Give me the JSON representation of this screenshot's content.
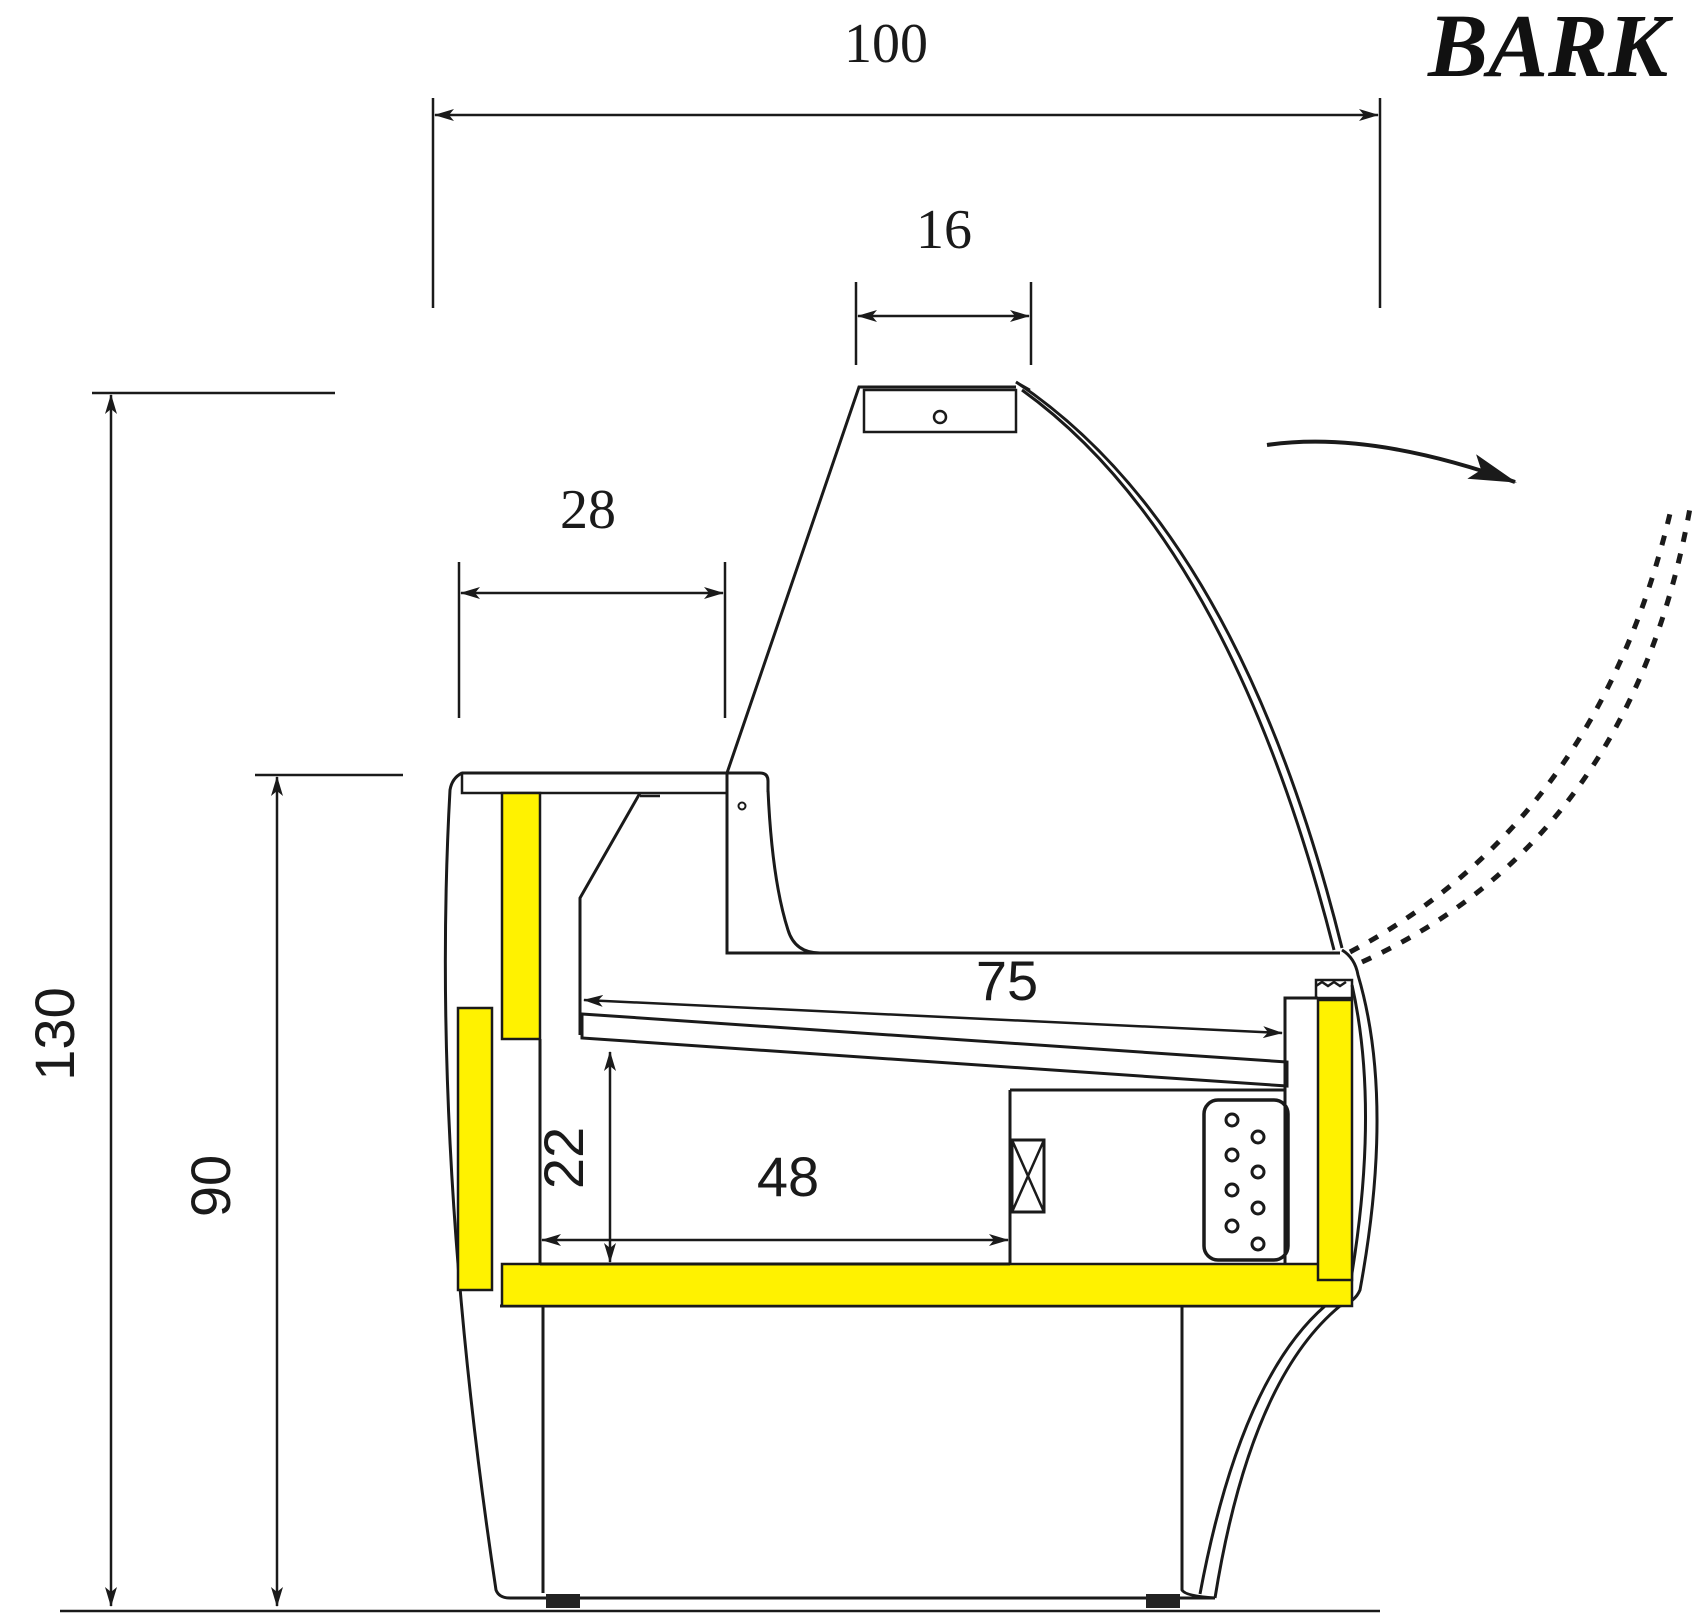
{
  "brand": "BARK",
  "dimensions": {
    "overall_width": "100",
    "canopy_width": "16",
    "shelf_depth": "28",
    "total_height": "130",
    "counter_height": "90",
    "display_depth": "75",
    "storage_height": "22",
    "storage_depth": "48"
  },
  "colors": {
    "insulation": "#fff200",
    "line": "#1a1a1a",
    "background": "#ffffff"
  }
}
